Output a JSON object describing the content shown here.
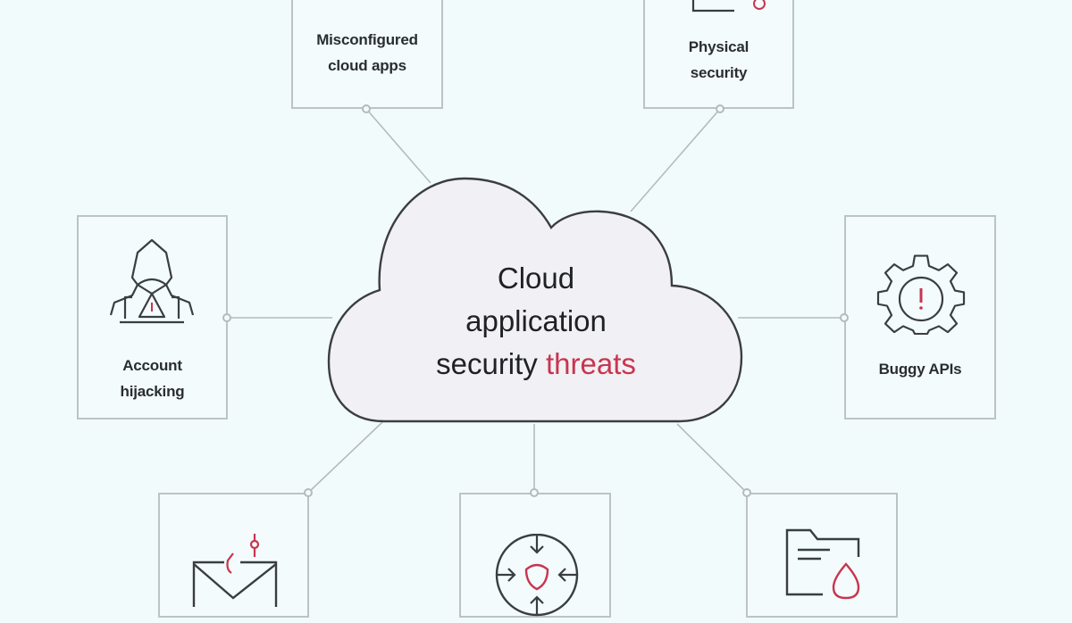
{
  "diagram": {
    "center": {
      "line1": "Cloud",
      "line2": "application",
      "line3_prefix": "security",
      "line3_accent": "threats"
    },
    "colors": {
      "background": "#f2fbfc",
      "accent": "#c8354f",
      "stroke": "#3a3d42",
      "border": "#bcc3c6",
      "cloud_fill": "#f1f0f4"
    },
    "threats": [
      {
        "id": "misconfigured",
        "label_line1": "Misconfigured",
        "label_line2": "cloud apps",
        "icon": "misconfiguration-icon"
      },
      {
        "id": "physical",
        "label_line1": "Physical",
        "label_line2": "security",
        "icon": "physical-security-icon"
      },
      {
        "id": "account",
        "label_line1": "Account",
        "label_line2": "hijacking",
        "icon": "hooded-hacker-icon"
      },
      {
        "id": "buggy",
        "label_line1": "Buggy APIs",
        "label_line2": "",
        "icon": "gear-warning-icon"
      },
      {
        "id": "phishing",
        "label_line1": "",
        "label_line2": "",
        "icon": "phishing-envelope-icon"
      },
      {
        "id": "defense",
        "label_line1": "",
        "label_line2": "",
        "icon": "shield-target-icon"
      },
      {
        "id": "leak",
        "label_line1": "",
        "label_line2": "",
        "icon": "folder-leak-icon"
      }
    ]
  }
}
